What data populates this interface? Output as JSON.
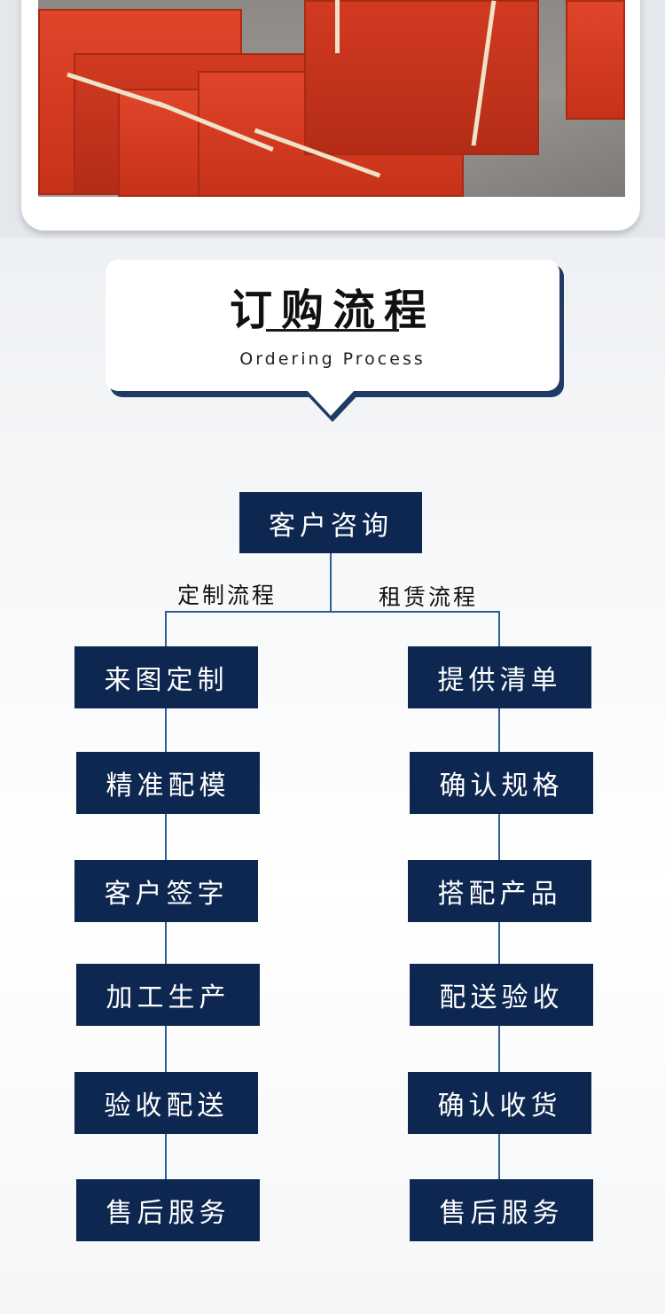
{
  "banner": {
    "title": "订购流程",
    "subtitle": "Ordering Process"
  },
  "flow": {
    "root": "客户咨询",
    "left_branch": {
      "label": "定制流程",
      "steps": [
        "来图定制",
        "精准配模",
        "客户签字",
        "加工生产",
        "验收配送",
        "售后服务"
      ]
    },
    "right_branch": {
      "label": "租赁流程",
      "steps": [
        "提供清单",
        "确认规格",
        "搭配产品",
        "配送验收",
        "确认收货",
        "售后服务"
      ]
    }
  },
  "colors": {
    "box": "#0e2750",
    "connector": "#2d5d9a",
    "banner_shadow": "#1f3a63",
    "product": "#d13a21"
  }
}
